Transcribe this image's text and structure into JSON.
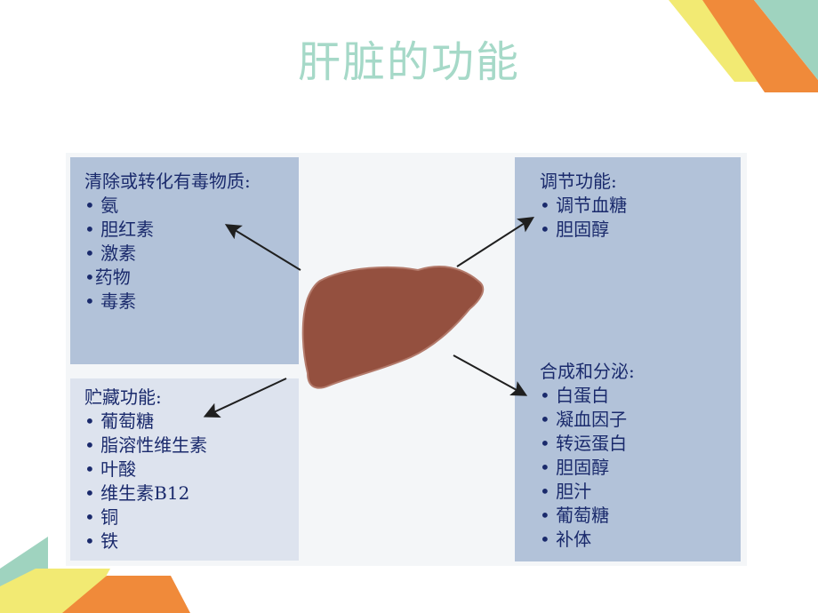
{
  "title": "肝脏的功能",
  "colors": {
    "title": "#a6d9c8",
    "box_blue": "#b2c2d9",
    "box_light": "#dde3ee",
    "text": "#1a2a6c",
    "liver": "#94503f",
    "deco_yellow": "#f2ea73",
    "deco_orange": "#f08a3a",
    "deco_teal": "#9fd3bf"
  },
  "boxes": {
    "detox": {
      "heading": "清除或转化有毒物质:",
      "items": [
        "• 氨",
        "• 胆红素",
        "• 激素",
        "•药物",
        "• 毒素"
      ]
    },
    "storage": {
      "heading": "贮藏功能:",
      "items": [
        "• 葡萄糖",
        "• 脂溶性维生素",
        "• 叶酸",
        "• 维生素B12",
        "• 铜",
        "• 铁"
      ]
    },
    "regulation": {
      "heading": "调节功能:",
      "items": [
        "• 调节血糖",
        "• 胆固醇"
      ]
    },
    "synthesis": {
      "heading": "合成和分泌:",
      "items": [
        "•  白蛋白",
        "•  凝血因子",
        "•  转运蛋白",
        "•  胆固醇",
        "•  胆汁",
        "•  葡萄糖",
        "•  补体"
      ]
    }
  }
}
